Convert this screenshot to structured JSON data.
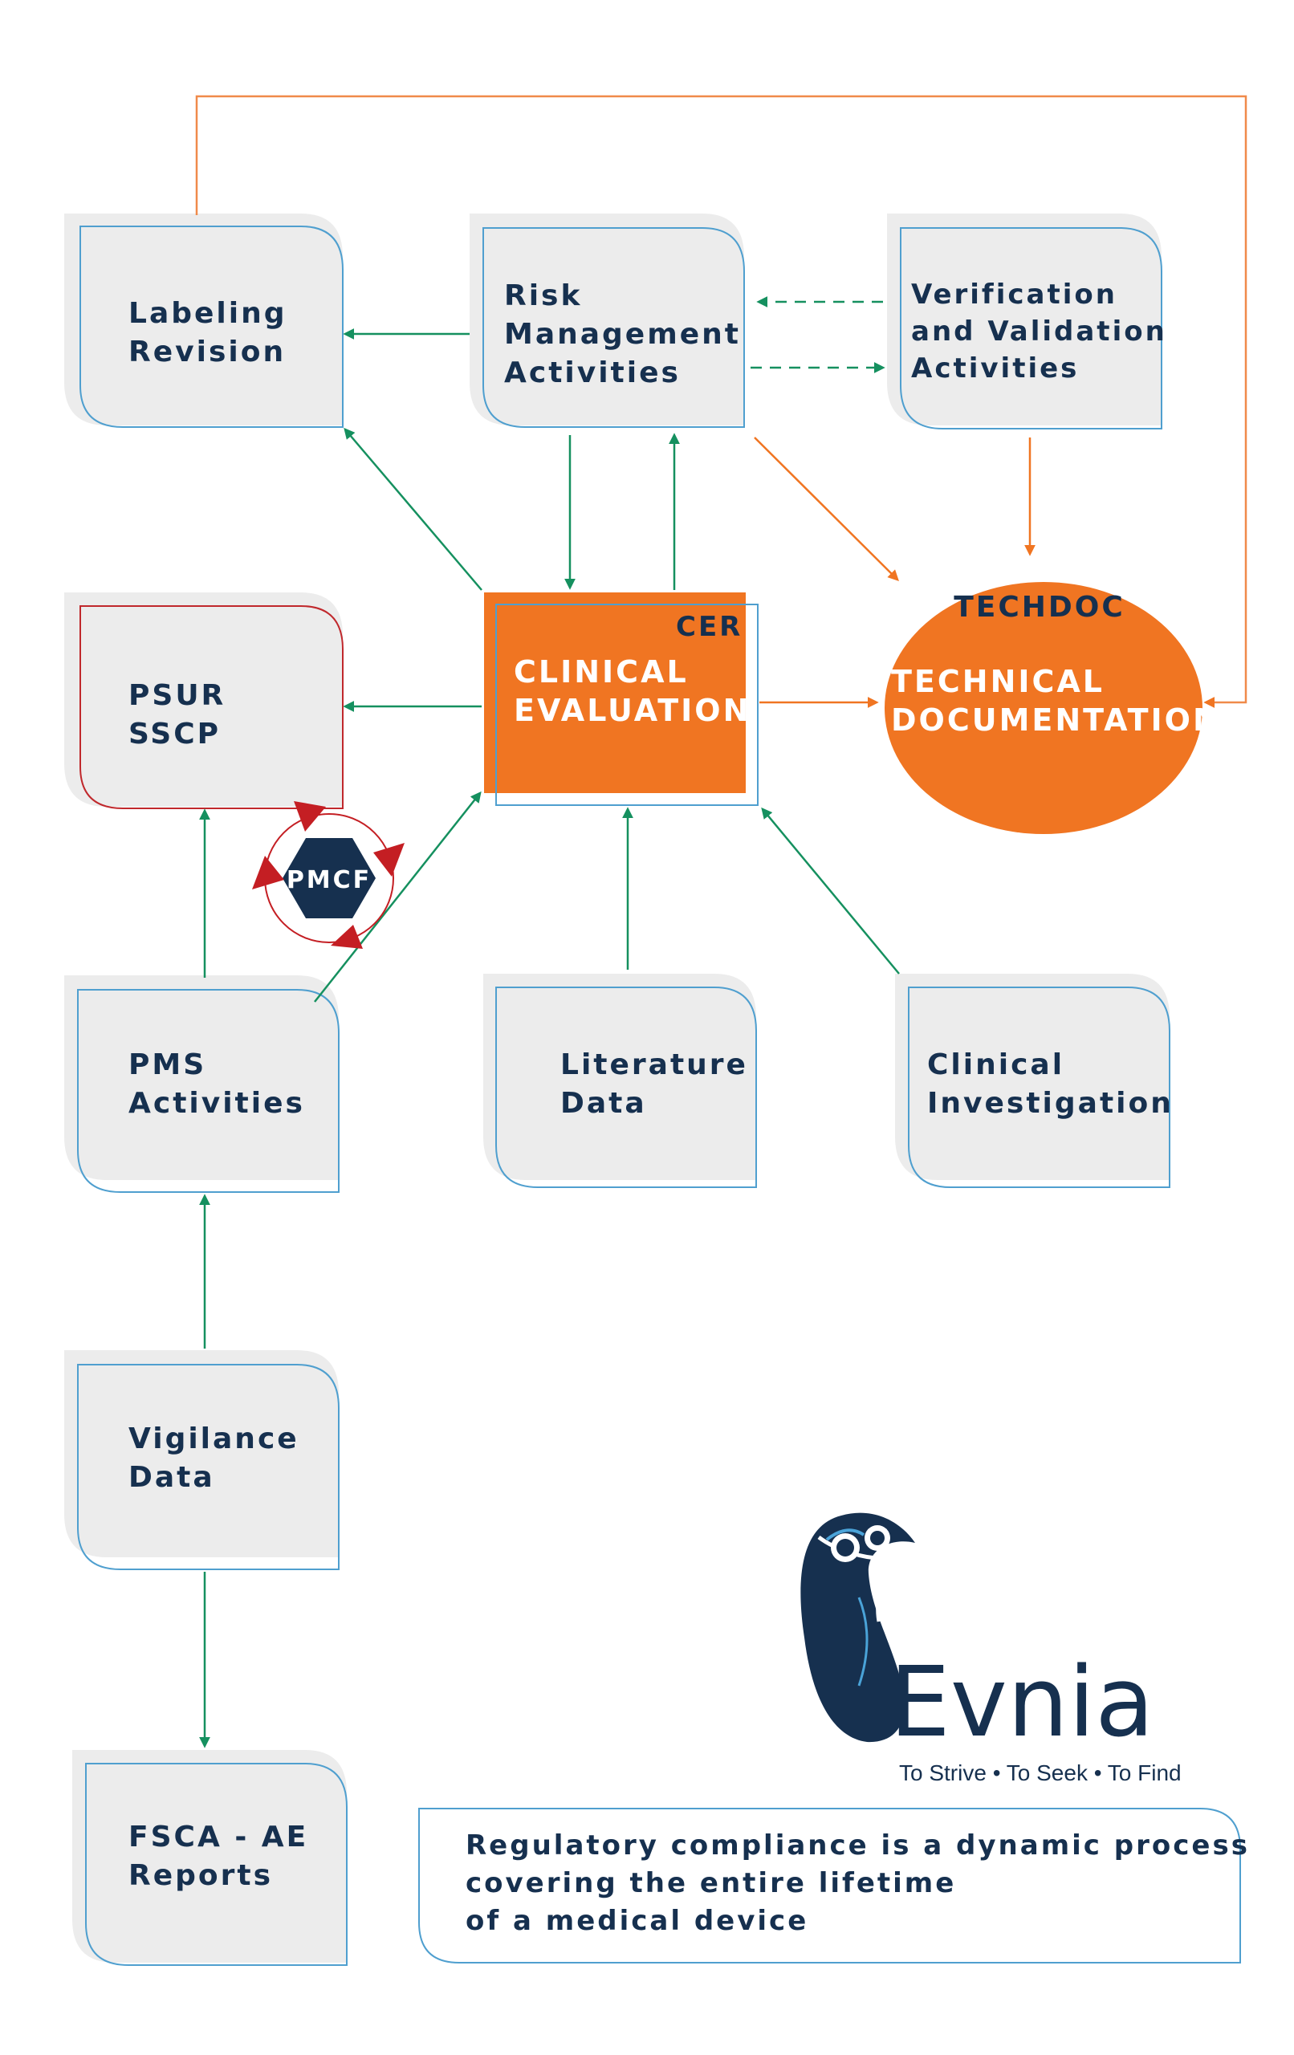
{
  "colors": {
    "navy": "#16304f",
    "green_arrow": "#15905f",
    "orange": "#f07522",
    "orange_line": "#f08a4a",
    "box_fill": "#ececec",
    "box_border": "#4f9fcf",
    "psur_border": "#c0282c",
    "pmcf_arrow": "#c41e23"
  },
  "boxes": {
    "labeling": [
      "Labeling",
      "Revision"
    ],
    "risk": [
      "Risk",
      "Management",
      "Activities"
    ],
    "vv": [
      "Verification",
      "and Validation",
      "Activities"
    ],
    "psur": [
      "PSUR",
      "SSCP"
    ],
    "pms": [
      "PMS",
      "Activities"
    ],
    "literature": [
      "Literature",
      "Data"
    ],
    "investigation": [
      "Clinical",
      "Investigation"
    ],
    "vigilance": [
      "Vigilance",
      "Data"
    ],
    "fsca": [
      "FSCA - AE",
      "Reports"
    ]
  },
  "cer": {
    "tag": "CER",
    "lines": [
      "CLINICAL",
      "EVALUATION"
    ]
  },
  "techdoc": {
    "tag": "TECHDOC",
    "lines": [
      "TECHNICAL",
      "DOCUMENTATION"
    ]
  },
  "pmcf": {
    "label": "PMCF"
  },
  "logo": {
    "brand": "Evnia",
    "tagline": "To Strive • To Seek • To Find"
  },
  "note": {
    "lines": [
      "Regulatory compliance is a dynamic process",
      "covering the entire lifetime",
      "of a medical device"
    ]
  }
}
